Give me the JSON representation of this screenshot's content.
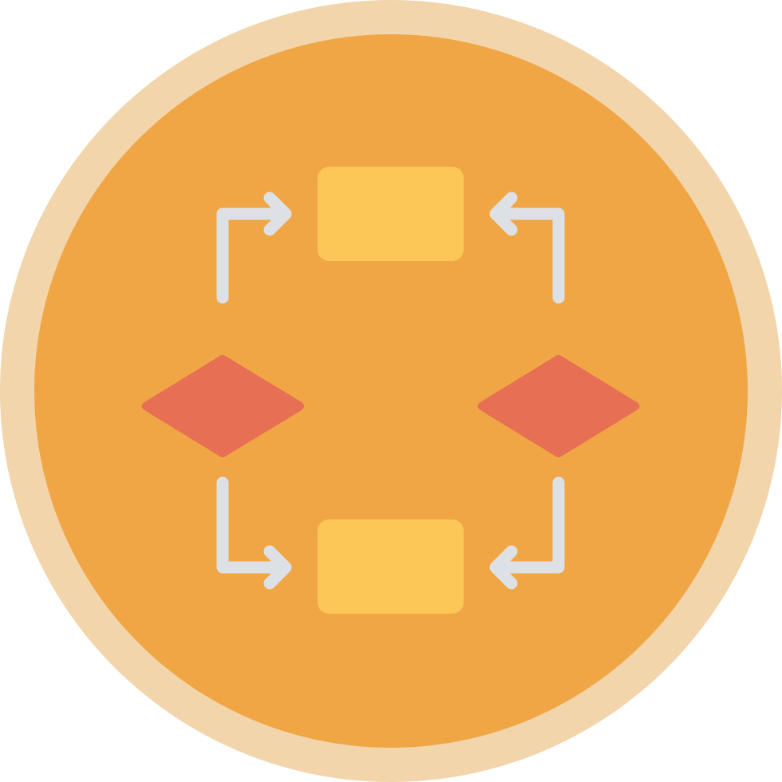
{
  "icon": {
    "name": "flowchart-process-icon",
    "shapes": [
      "process-box-top",
      "process-box-bottom",
      "decision-diamond-left",
      "decision-diamond-right"
    ],
    "arrows": [
      "arrow-top-left",
      "arrow-top-right",
      "arrow-bottom-left",
      "arrow-bottom-right"
    ]
  },
  "colors": {
    "outer_ring": "#F2D5AA",
    "inner_disc": "#F0A645",
    "process_box": "#FCC757",
    "decision_diamond": "#E76F54",
    "arrow": "#DDE1E6",
    "background": "#FFFFFF"
  }
}
